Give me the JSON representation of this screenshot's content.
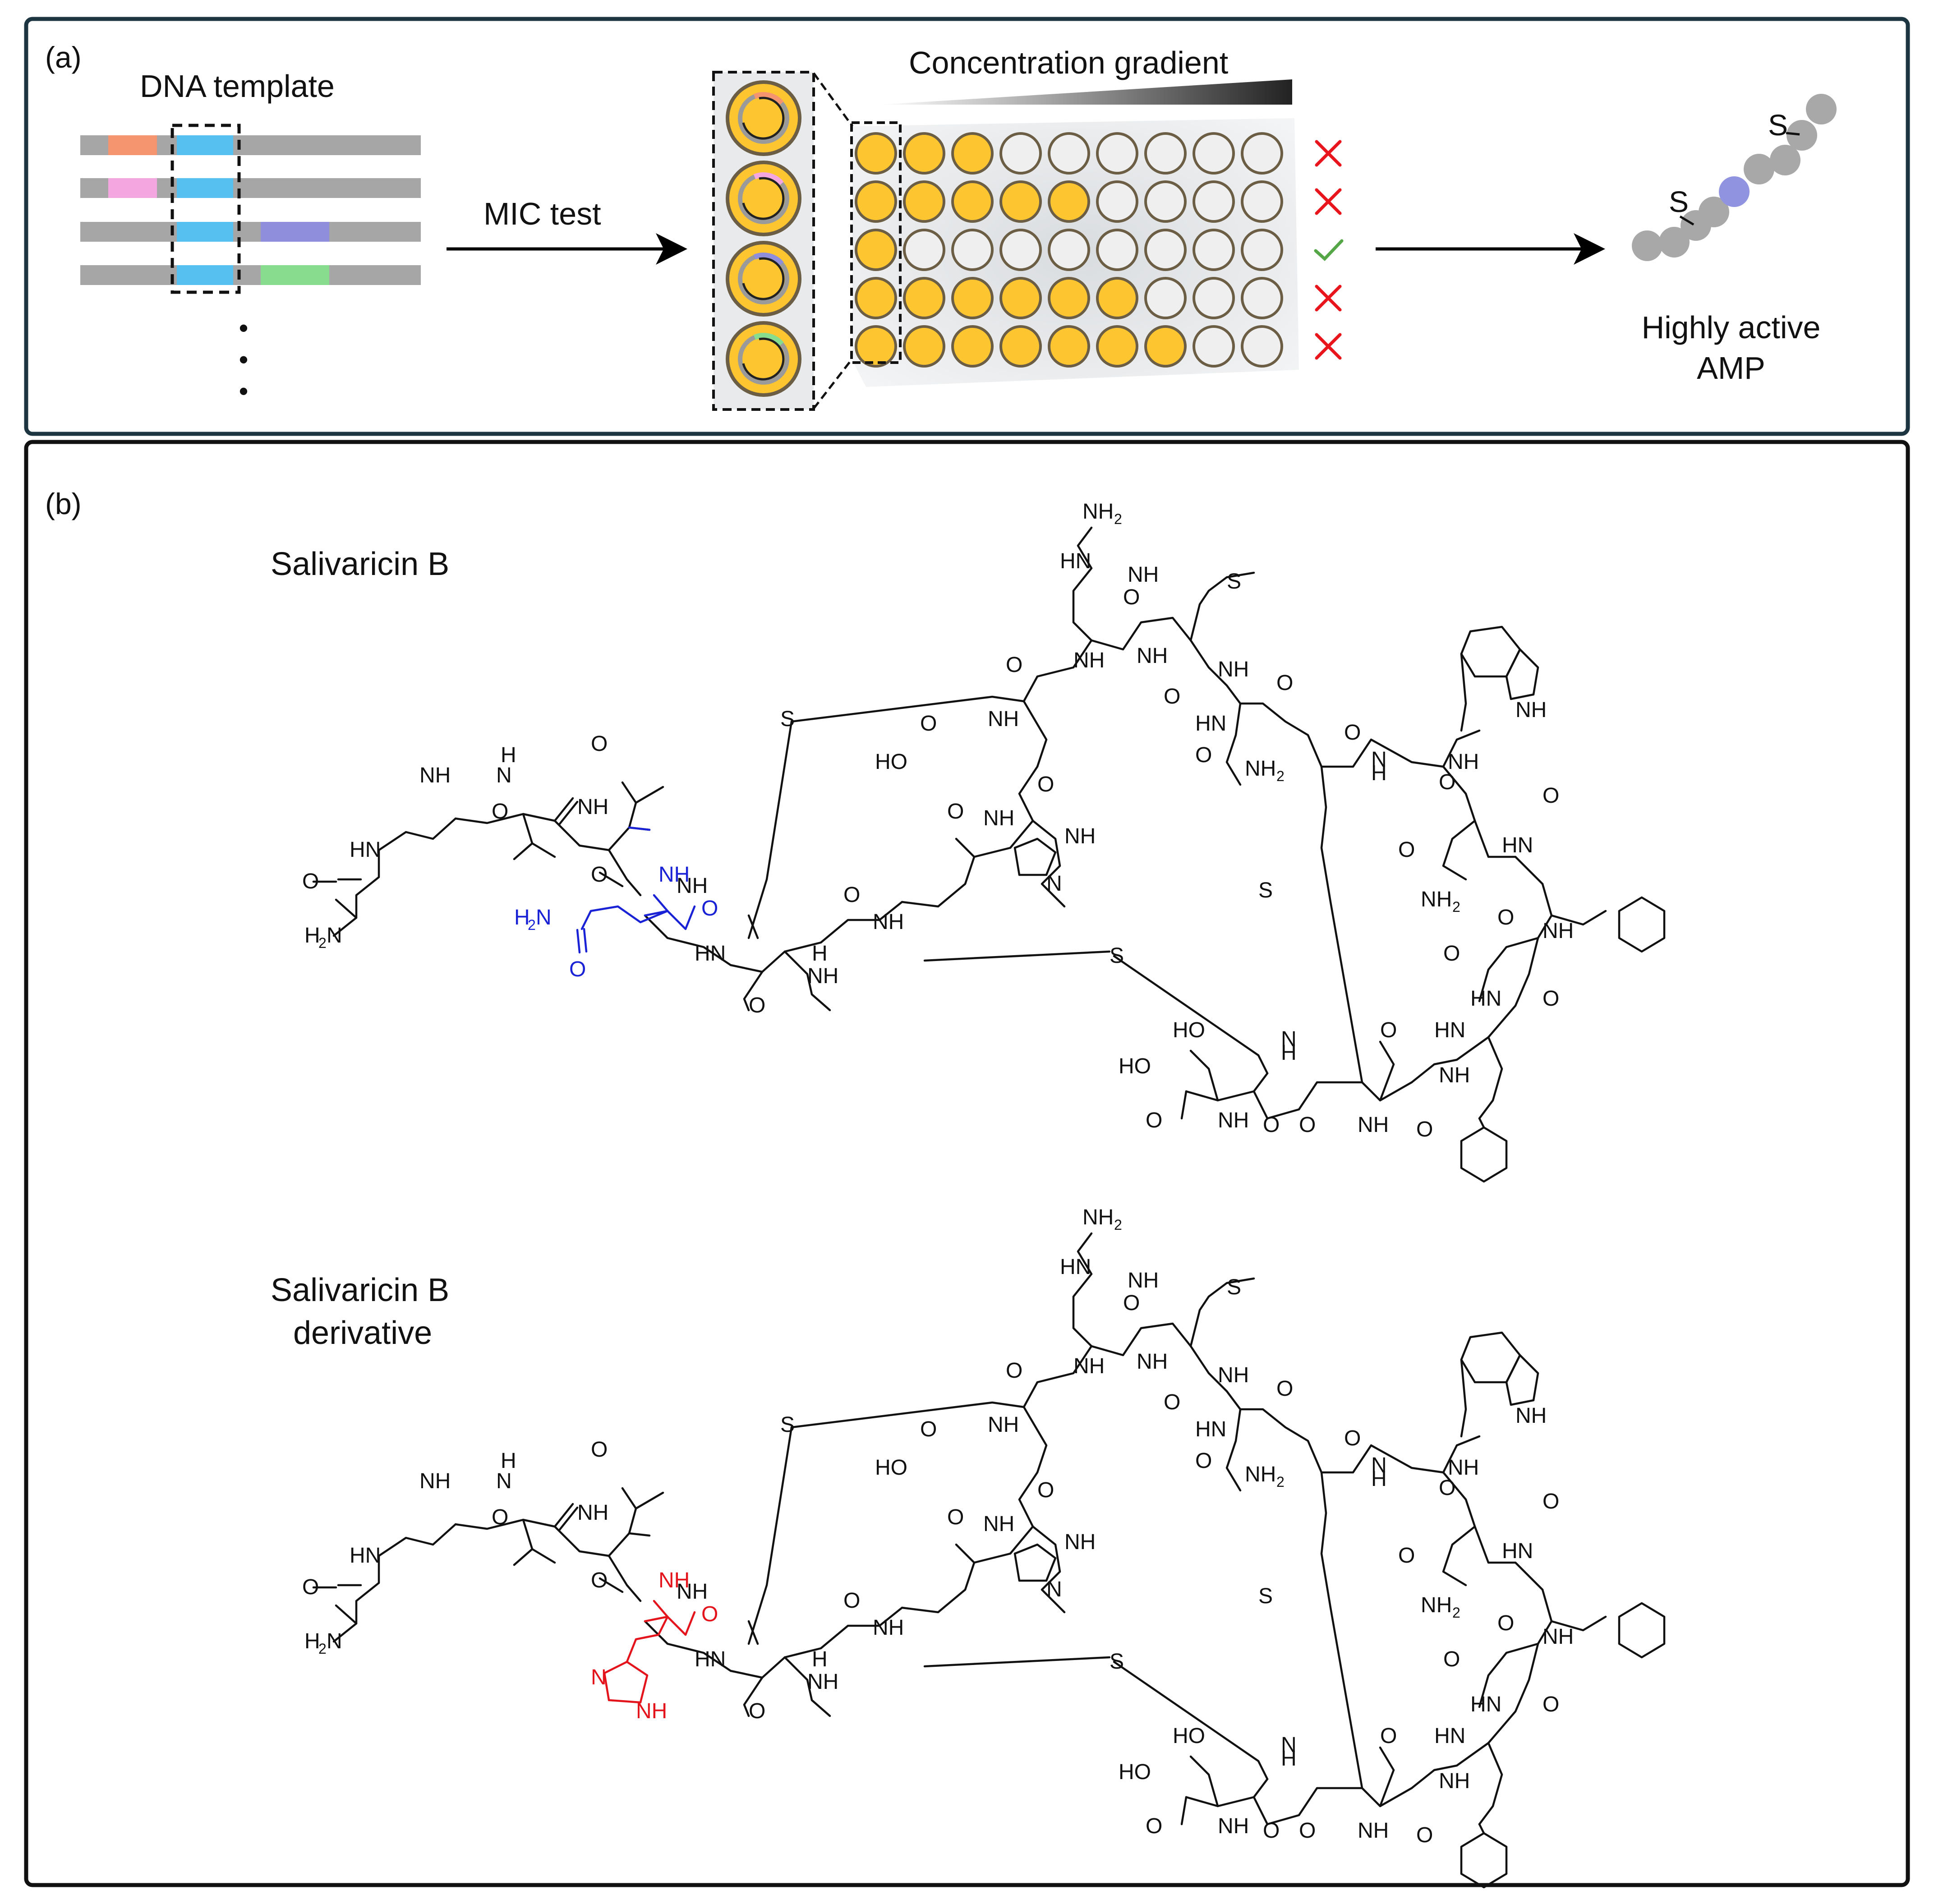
{
  "colors": {
    "panel_a_border": "#1c3540",
    "panel_b_border": "#111111",
    "track_gray": "#a6a6a6",
    "segment_orange": "#f4956f",
    "segment_pink": "#f4a6e1",
    "segment_blue": "#56c1f0",
    "segment_purple": "#8e8edd",
    "segment_green": "#88dc8e",
    "well_yellow": "#fdc530",
    "well_empty": "#efefef",
    "well_rim": "#6b5e45",
    "plate_bg": "#e7e9eb",
    "cross_red": "#e8151c",
    "check_green": "#55a646",
    "bead_gray": "#a8a8a8",
    "bead_purple": "#8f93e0",
    "glutamine_blue": "#1a22d6",
    "histidine_red": "#e3141c"
  },
  "panel_a": {
    "label": "(a)",
    "dna_template_label": "DNA template",
    "mic_test_label": "MIC test",
    "concentration_label": "Concentration gradient",
    "ellipsis": "•",
    "plate_rows": [
      {
        "filled": 3,
        "result": "cross",
        "result_icon": "red-cross-icon"
      },
      {
        "filled": 5,
        "result": "cross",
        "result_icon": "red-cross-icon"
      },
      {
        "filled": 1,
        "result": "check",
        "result_icon": "green-check-icon"
      },
      {
        "filled": 6,
        "result": "cross",
        "result_icon": "red-cross-icon"
      },
      {
        "filled": 7,
        "result": "cross",
        "result_icon": "red-cross-icon"
      }
    ],
    "output_sulfur_1": "S",
    "output_sulfur_2": "S",
    "output_line1": "Highly active",
    "output_line2": "AMP"
  },
  "panel_b": {
    "label": "(b)",
    "molecule1_title": "Salivaricin B",
    "molecule2_title_line1": "Salivaricin B",
    "molecule2_title_line2": "derivative",
    "atoms": {
      "NH2": "NH",
      "sub2": "2",
      "NH": "NH",
      "HN": "HN",
      "H": "H",
      "O": "O",
      "S": "S",
      "N": "N",
      "HO": "HO",
      "H2N": "H",
      "N_top": "N"
    }
  }
}
